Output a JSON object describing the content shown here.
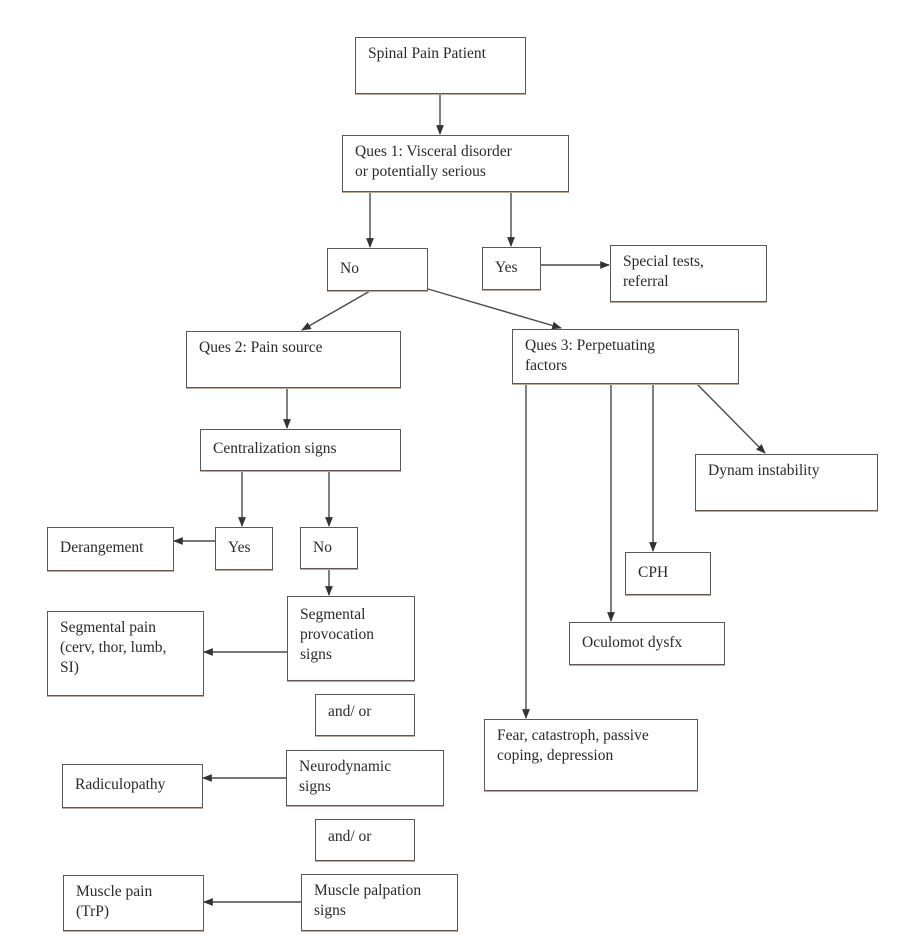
{
  "diagram": {
    "nodes": [
      {
        "id": "spinal-pain-patient",
        "label": "Spinal Pain Patient"
      },
      {
        "id": "ques1",
        "label": "Ques 1:  Visceral disorder\nor potentially serious"
      },
      {
        "id": "q1-no",
        "label": "No"
      },
      {
        "id": "q1-yes",
        "label": "Yes"
      },
      {
        "id": "special-tests",
        "label": "Special tests,\nreferral"
      },
      {
        "id": "ques2",
        "label": "Ques 2: Pain source"
      },
      {
        "id": "ques3",
        "label": "Ques 3: Perpetuating\nfactors"
      },
      {
        "id": "centralization",
        "label": "Centralization signs"
      },
      {
        "id": "cent-yes",
        "label": "Yes"
      },
      {
        "id": "cent-no",
        "label": "No"
      },
      {
        "id": "derangement",
        "label": "Derangement"
      },
      {
        "id": "segmental-provocation",
        "label": "Segmental\nprovocation\nsigns"
      },
      {
        "id": "segmental-pain",
        "label": "Segmental pain\n(cerv, thor, lumb,\nSI)"
      },
      {
        "id": "and-or-1",
        "label": "and/ or"
      },
      {
        "id": "neurodynamic",
        "label": "Neurodynamic\nsigns"
      },
      {
        "id": "radiculopathy",
        "label": "Radiculopathy"
      },
      {
        "id": "and-or-2",
        "label": "and/ or"
      },
      {
        "id": "muscle-palpation",
        "label": "Muscle palpation\nsigns"
      },
      {
        "id": "muscle-pain",
        "label": "Muscle pain\n(TrP)"
      },
      {
        "id": "dynam-instability",
        "label": "Dynam instability"
      },
      {
        "id": "cph",
        "label": "CPH"
      },
      {
        "id": "oculomot",
        "label": "Oculomot dysfx"
      },
      {
        "id": "fear",
        "label": "Fear, catastroph, passive\ncoping, depression"
      }
    ],
    "edges": [
      {
        "from": "spinal-pain-patient",
        "to": "ques1"
      },
      {
        "from": "ques1",
        "to": "q1-no"
      },
      {
        "from": "ques1",
        "to": "q1-yes"
      },
      {
        "from": "q1-yes",
        "to": "special-tests"
      },
      {
        "from": "q1-no",
        "to": "ques2"
      },
      {
        "from": "q1-no",
        "to": "ques3"
      },
      {
        "from": "ques2",
        "to": "centralization"
      },
      {
        "from": "centralization",
        "to": "cent-yes"
      },
      {
        "from": "centralization",
        "to": "cent-no"
      },
      {
        "from": "cent-yes",
        "to": "derangement"
      },
      {
        "from": "cent-no",
        "to": "segmental-provocation"
      },
      {
        "from": "segmental-provocation",
        "to": "segmental-pain"
      },
      {
        "from": "neurodynamic",
        "to": "radiculopathy"
      },
      {
        "from": "muscle-palpation",
        "to": "muscle-pain"
      },
      {
        "from": "ques3",
        "to": "fear"
      },
      {
        "from": "ques3",
        "to": "oculomot"
      },
      {
        "from": "ques3",
        "to": "cph"
      },
      {
        "from": "ques3",
        "to": "dynam-instability"
      }
    ]
  }
}
